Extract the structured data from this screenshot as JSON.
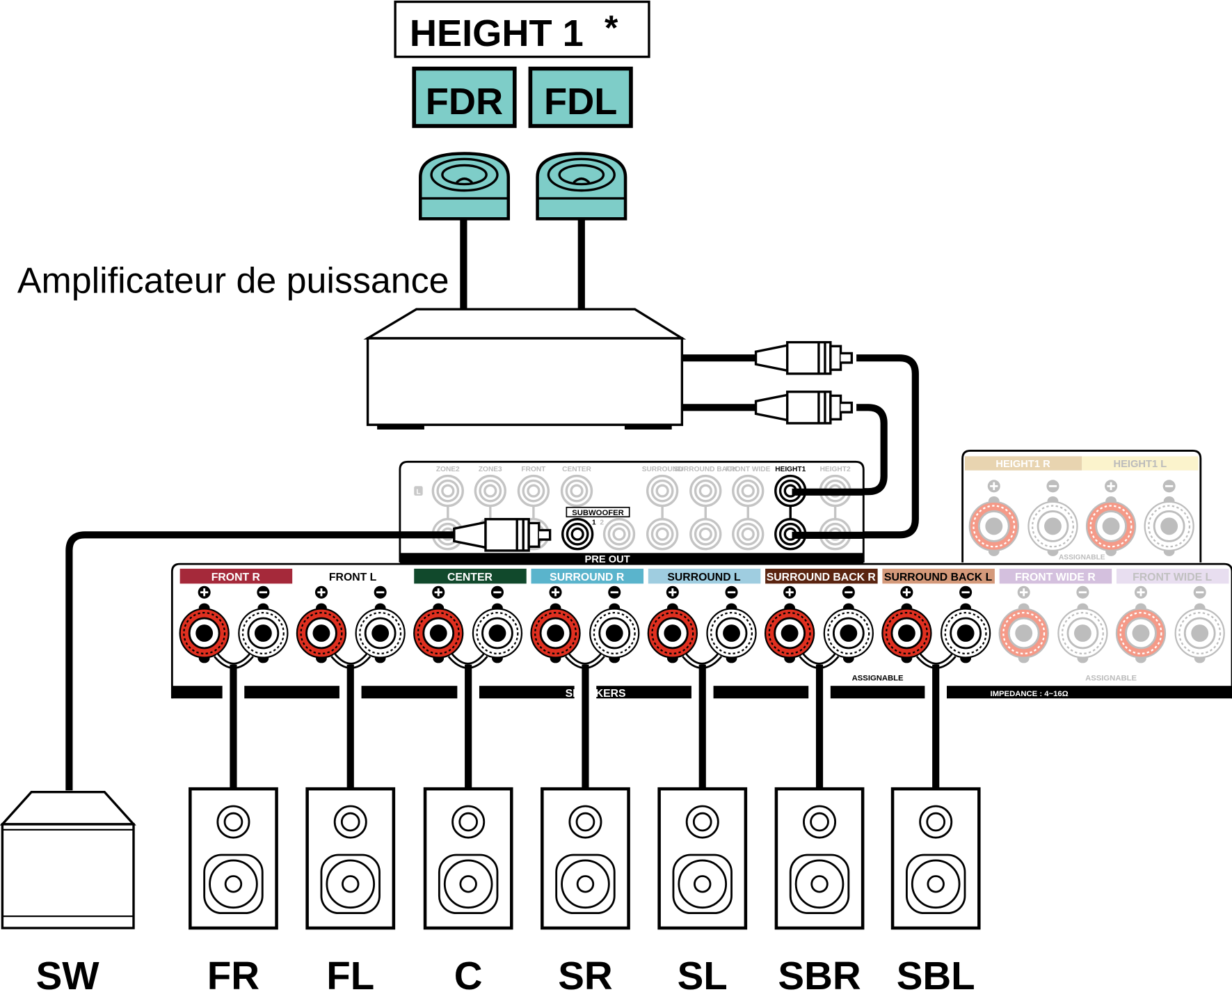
{
  "height_box": {
    "title": "HEIGHT 1",
    "asterisk": "*"
  },
  "channel_boxes": [
    "FDR",
    "FDL"
  ],
  "amplifier_label": "Amplificateur de puissance",
  "preout": {
    "top_labels": [
      "ZONE2",
      "ZONE3",
      "FRONT",
      "CENTER",
      "SURROUND",
      "SURROUND BACK",
      "FRONT WIDE",
      "HEIGHT1",
      "HEIGHT2"
    ],
    "subwoofer_label": "SUBWOOFER",
    "sub_numbers": [
      "1",
      "2"
    ],
    "left_marker": "L",
    "bar_label": "PRE OUT"
  },
  "height_panel": {
    "labels": [
      "HEIGHT1 R",
      "HEIGHT1 L"
    ],
    "assignable": "ASSIGNABLE",
    "colors": [
      "#e8d4b0",
      "#fbf3cc"
    ]
  },
  "speaker_panel": {
    "channels": [
      {
        "label": "FRONT R",
        "color": "#a5293a",
        "text": "#ffffff",
        "active": true
      },
      {
        "label": "FRONT L",
        "color": "#ffffff",
        "text": "#000000",
        "active": true
      },
      {
        "label": "CENTER",
        "color": "#11492c",
        "text": "#ffffff",
        "active": true
      },
      {
        "label": "SURROUND R",
        "color": "#5ab4cc",
        "text": "#ffffff",
        "active": true
      },
      {
        "label": "SURROUND L",
        "color": "#9fcde0",
        "text": "#000000",
        "active": true
      },
      {
        "label": "SURROUND BACK R",
        "color": "#5a2410",
        "text": "#ffffff",
        "active": true
      },
      {
        "label": "SURROUND BACK L",
        "color": "#d4997a",
        "text": "#000000",
        "active": true
      },
      {
        "label": "FRONT WIDE R",
        "color": "#d4c0de",
        "text": "#ffffff",
        "active": false
      },
      {
        "label": "FRONT WIDE L",
        "color": "#e8def0",
        "text": "#c0c0c0",
        "active": false
      }
    ],
    "bar_label": "SPEAKERS",
    "assignable_1": "ASSIGNABLE",
    "assignable_2": "ASSIGNABLE",
    "impedance": "IMPEDANCE : 4~16Ω"
  },
  "speakers": [
    "SW",
    "FR",
    "FL",
    "C",
    "SR",
    "SL",
    "SBR",
    "SBL"
  ],
  "colors": {
    "teal": "#7ecdc8",
    "red": "#e03020",
    "faded_red": "#f59a88",
    "grey": "#bdbdbd"
  }
}
